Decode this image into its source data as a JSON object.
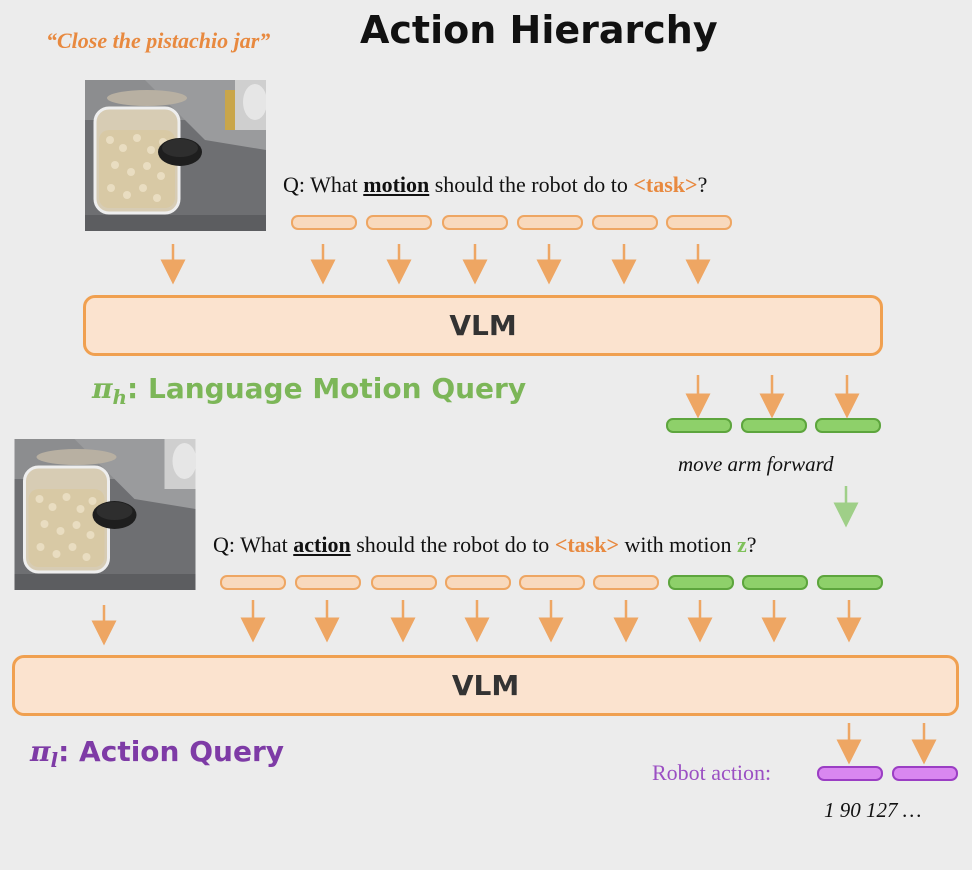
{
  "title": "Action Hierarchy",
  "task_quote": "“Close the pistachio jar”",
  "high_level": {
    "question_prefix": "Q: What ",
    "question_keyword": "motion",
    "question_middle": " should the robot do to ",
    "question_task": "<task>",
    "question_suffix": "?",
    "vlm_label": "VLM",
    "policy_symbol": "π",
    "policy_subscript": "h",
    "policy_label": ": Language Motion Query",
    "motion_output": "move arm forward"
  },
  "low_level": {
    "question_prefix": "Q: What ",
    "question_keyword": "action",
    "question_middle": " should the robot do to ",
    "question_task": "<task>",
    "question_middle2": " with motion ",
    "question_z": "z",
    "question_suffix": "?",
    "vlm_label": "VLM",
    "policy_symbol": "π",
    "policy_subscript": "l",
    "policy_label": ": Action Query",
    "robot_action_label": "Robot action:",
    "action_values": "1 90 127 …"
  },
  "colors": {
    "orange": "#e8893f",
    "green": "#7cb658",
    "purple": "#7e3ba6",
    "vlm_fill": "#fbe3cf",
    "vlm_border": "#f0a050"
  },
  "icons": {
    "scene_photo_top": "pistachio-jar-scene",
    "scene_photo_bottom": "pistachio-jar-scene"
  }
}
